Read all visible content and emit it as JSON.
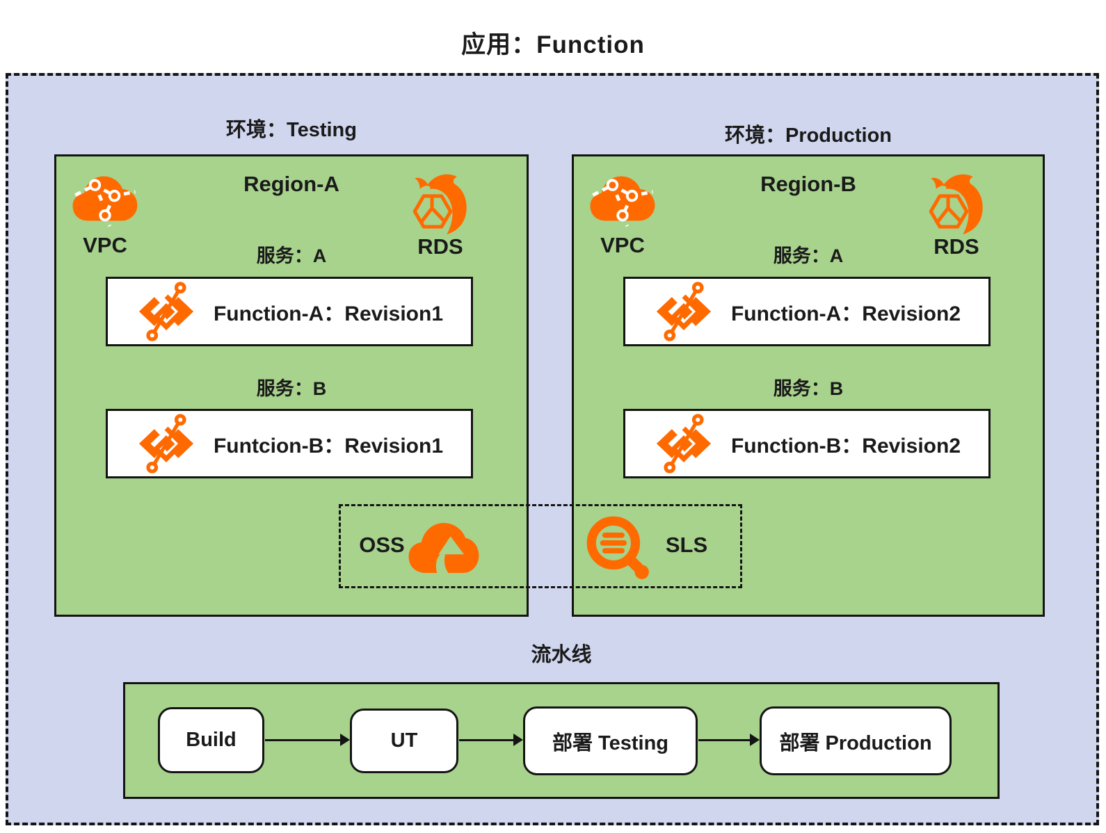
{
  "title": "应用：Function",
  "colors": {
    "accent_orange": "#FF6A00",
    "env_green": "#A8D38D",
    "background_lavender": "#D0D6EE",
    "line_black": "#141414"
  },
  "environments": [
    {
      "label": "环境：Testing",
      "region": "Region-A",
      "vpc": "VPC",
      "rds": "RDS",
      "services": [
        {
          "label": "服务：A",
          "function": "Function-A：Revision1"
        },
        {
          "label": "服务：B",
          "function": "Funtcion-B：Revision1"
        }
      ]
    },
    {
      "label": "环境：Production",
      "region": "Region-B",
      "vpc": "VPC",
      "rds": "RDS",
      "services": [
        {
          "label": "服务：A",
          "function": "Function-A：Revision2"
        },
        {
          "label": "服务：B",
          "function": "Function-B：Revision2"
        }
      ]
    }
  ],
  "shared_services": {
    "oss": "OSS",
    "sls": "SLS"
  },
  "pipeline": {
    "label": "流水线",
    "steps": [
      "Build",
      "UT",
      "部署 Testing",
      "部署 Production"
    ]
  }
}
